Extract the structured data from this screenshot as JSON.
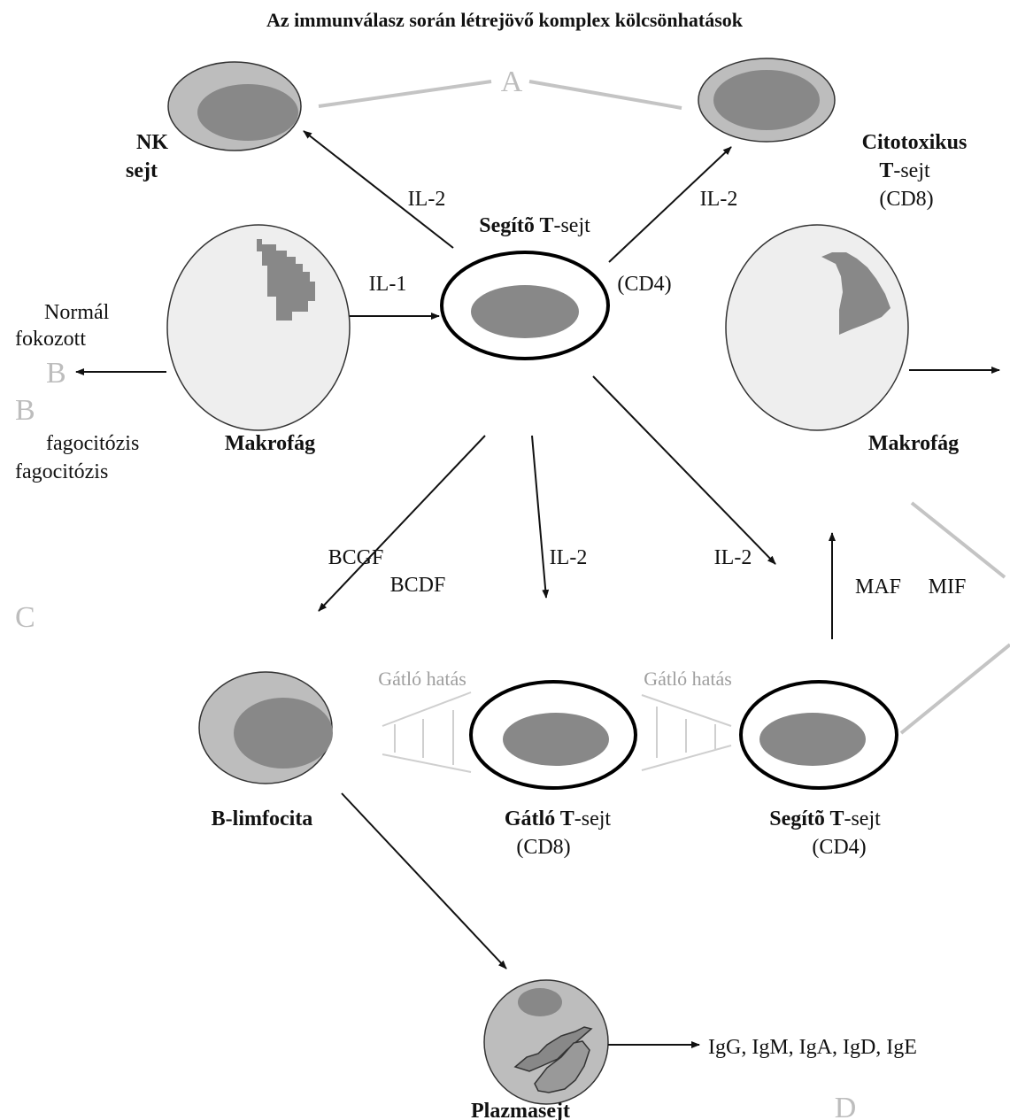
{
  "title": "Az immunválasz során létrejövő komplex kölcsönhatások",
  "cells": {
    "nk": [
      "NK",
      "sejt"
    ],
    "cytotoxic": [
      "Citotoxikus",
      "T",
      "-sejt",
      "(CD8)"
    ],
    "helper_top": [
      "Segítõ T",
      "-sejt",
      "(CD4)"
    ],
    "macrophage_left": "Makrofág",
    "macrophage_right": "Makrofág",
    "b_cell": "B-limfocita",
    "suppressor": [
      "Gátló T",
      "-sejt",
      "(CD8)"
    ],
    "helper_bottom": [
      "Segítõ T",
      "-sejt",
      "(CD4)"
    ],
    "plasma": "Plazmasejt"
  },
  "signals": {
    "il2_nk": "IL-2",
    "il2_cyto": "IL-2",
    "il1": "IL-1",
    "bcgf": "BCGF",
    "bcdf": "BCDF",
    "il2_down": "IL-2",
    "il2_right": "IL-2",
    "maf": "MAF",
    "mif": "MIF",
    "antibodies": "IgG, IgM, IgA, IgD, IgE"
  },
  "phagocytosis": {
    "normal": "Normál",
    "enhanced": "fokozott",
    "word1": "fagocitózis",
    "word2": "fagocitózis"
  },
  "inhibition": {
    "left": "Gátló hatás",
    "right": "Gátló hatás"
  },
  "markers": {
    "a": "A",
    "b1": "B",
    "b2": "B",
    "c": "C",
    "d": "D"
  },
  "colors": {
    "outer_cell": "#bdbdbd",
    "nucleus": "#888888",
    "macrophage_fill": "#eeeeee",
    "marker_gray": "#bdbdbd"
  }
}
